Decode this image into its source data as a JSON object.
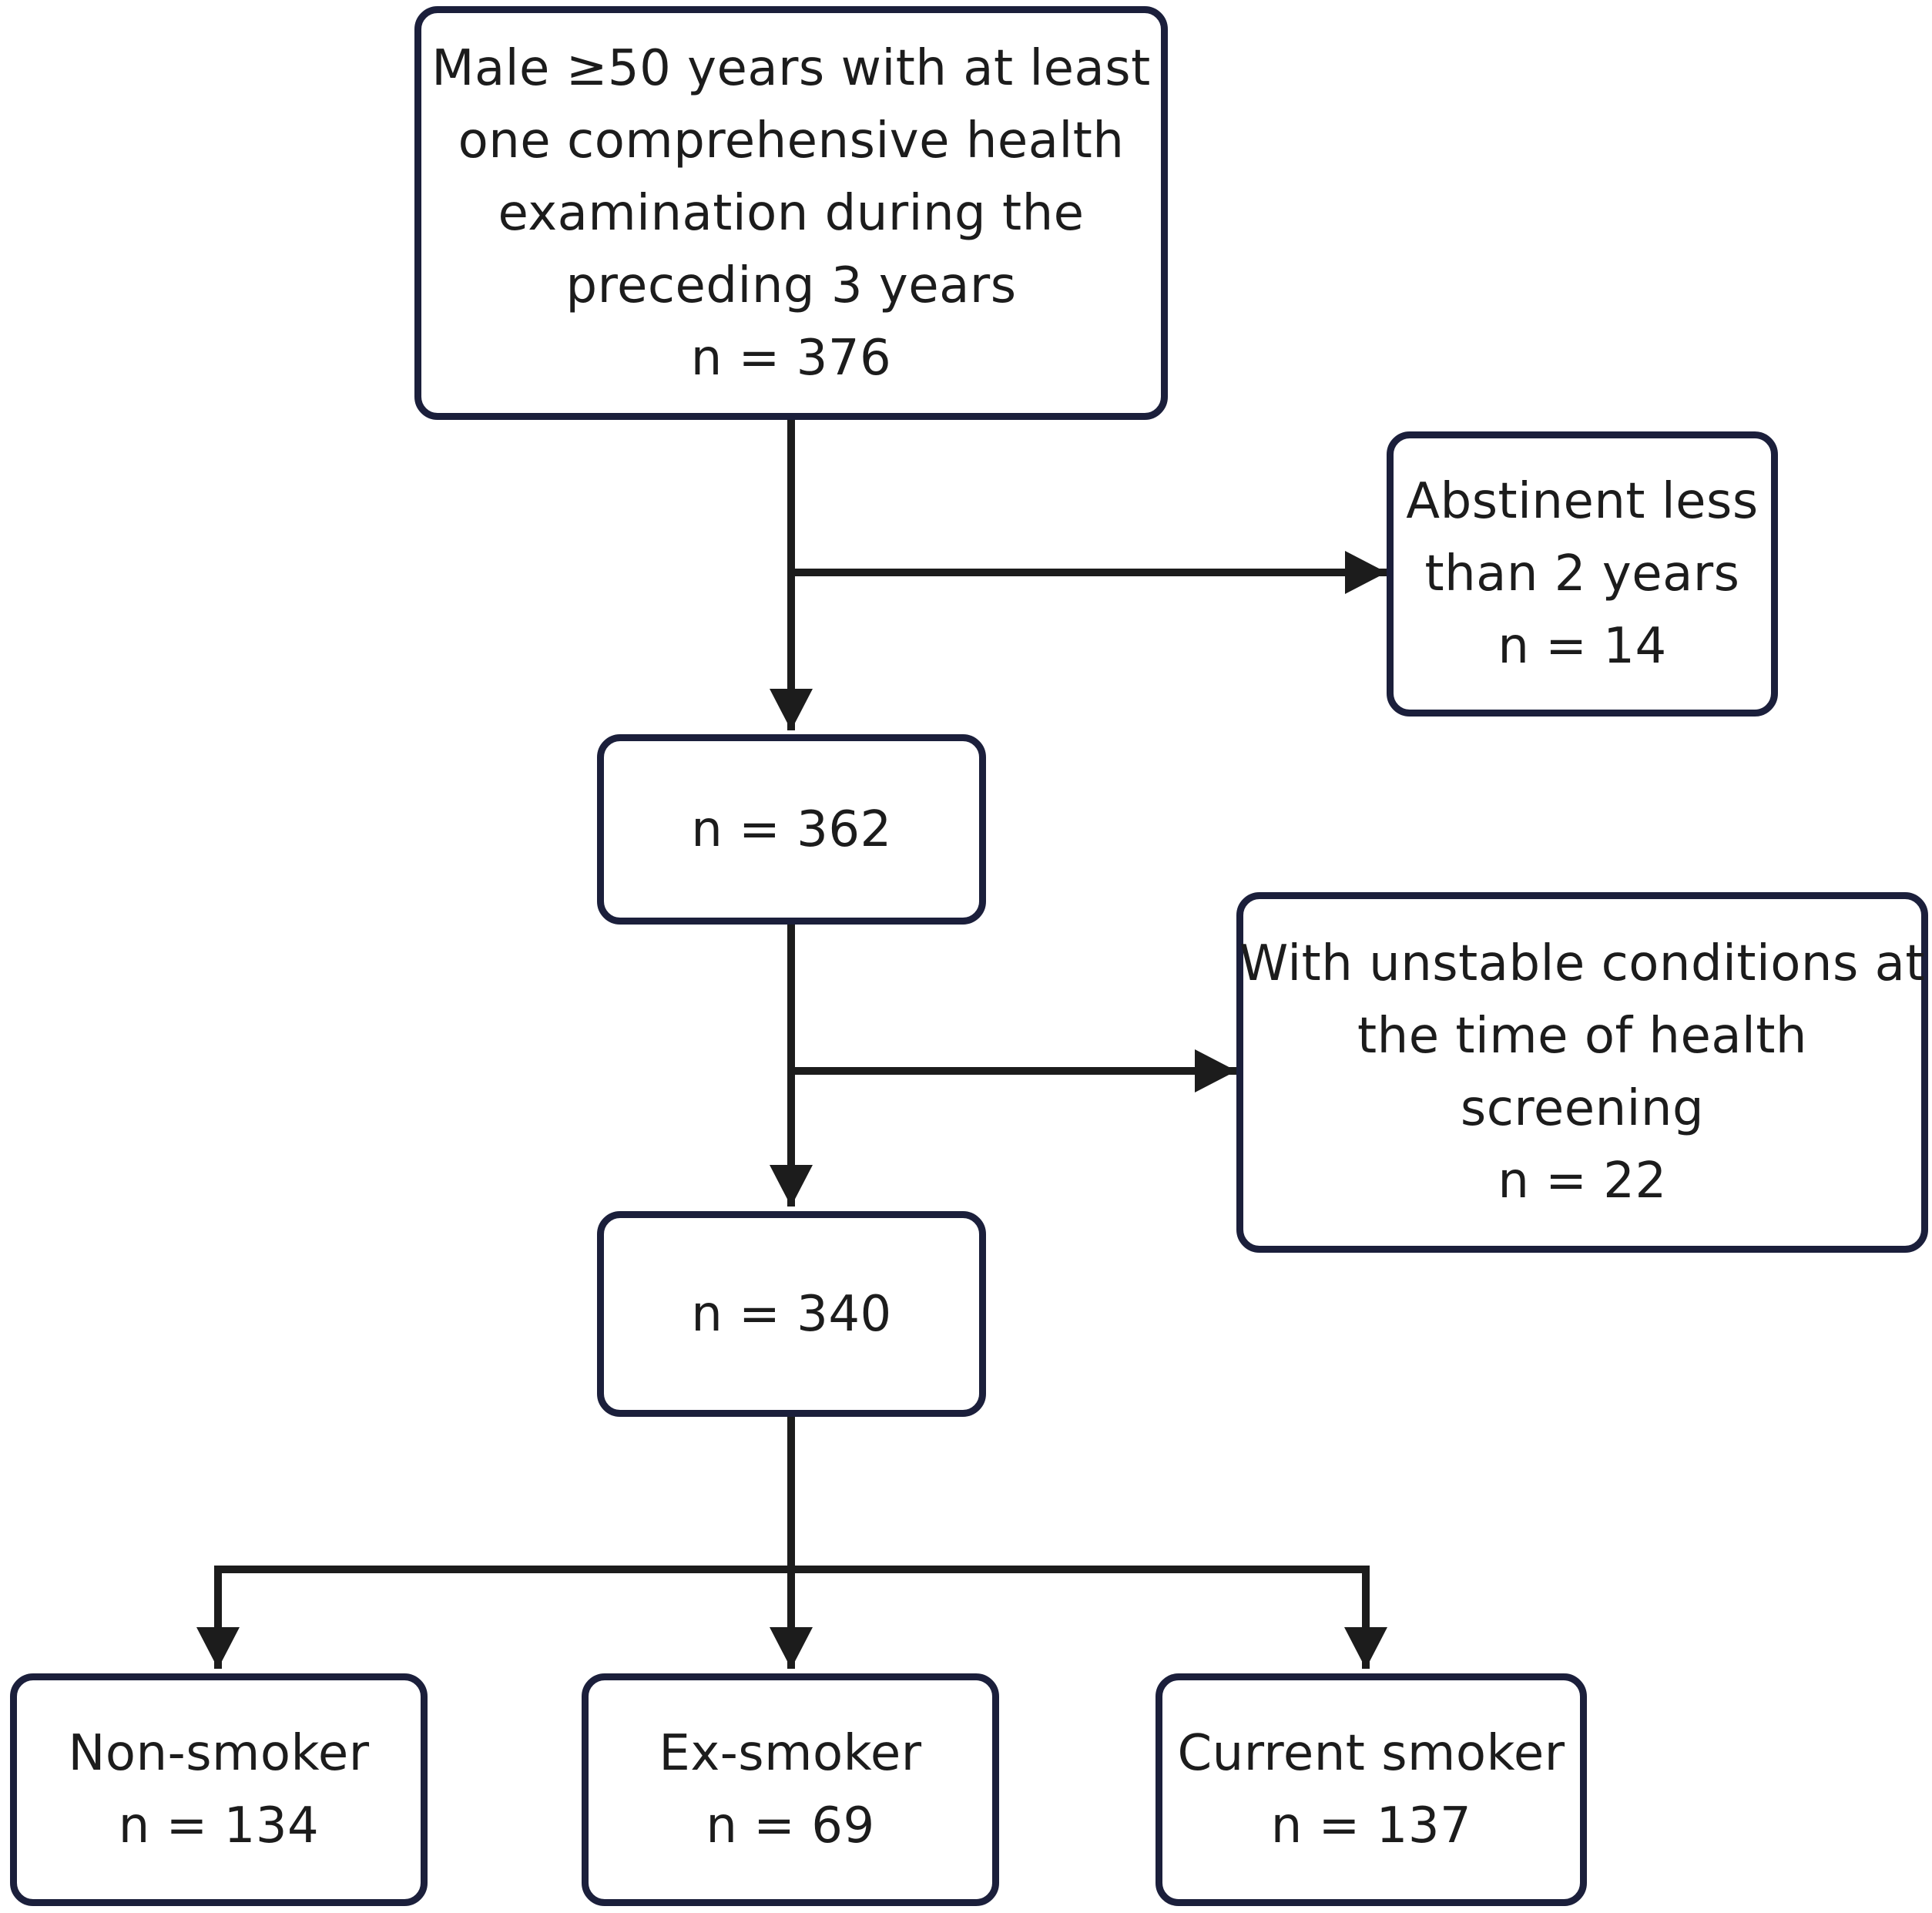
{
  "flowchart": {
    "start": {
      "lines": [
        "Male ≥50 years with at least",
        "one comprehensive health",
        "examination during the",
        "preceding 3 years",
        "n = 376"
      ]
    },
    "exclusion_1": {
      "lines": [
        "Abstinent less",
        "than 2 years",
        "n = 14"
      ]
    },
    "step_1": {
      "lines": [
        "n = 362"
      ]
    },
    "exclusion_2": {
      "lines": [
        "With unstable conditions at",
        "the time of health",
        "screening",
        "n = 22"
      ]
    },
    "step_2": {
      "lines": [
        "n = 340"
      ]
    },
    "groups": [
      {
        "lines": [
          "Non-smoker",
          "n = 134"
        ]
      },
      {
        "lines": [
          "Ex-smoker",
          "n = 69"
        ]
      },
      {
        "lines": [
          "Current smoker",
          "n = 137"
        ]
      }
    ]
  },
  "colors": {
    "box_border": "#1b1f3b",
    "connector": "#1c1c1c",
    "text": "#1c1c1c"
  }
}
